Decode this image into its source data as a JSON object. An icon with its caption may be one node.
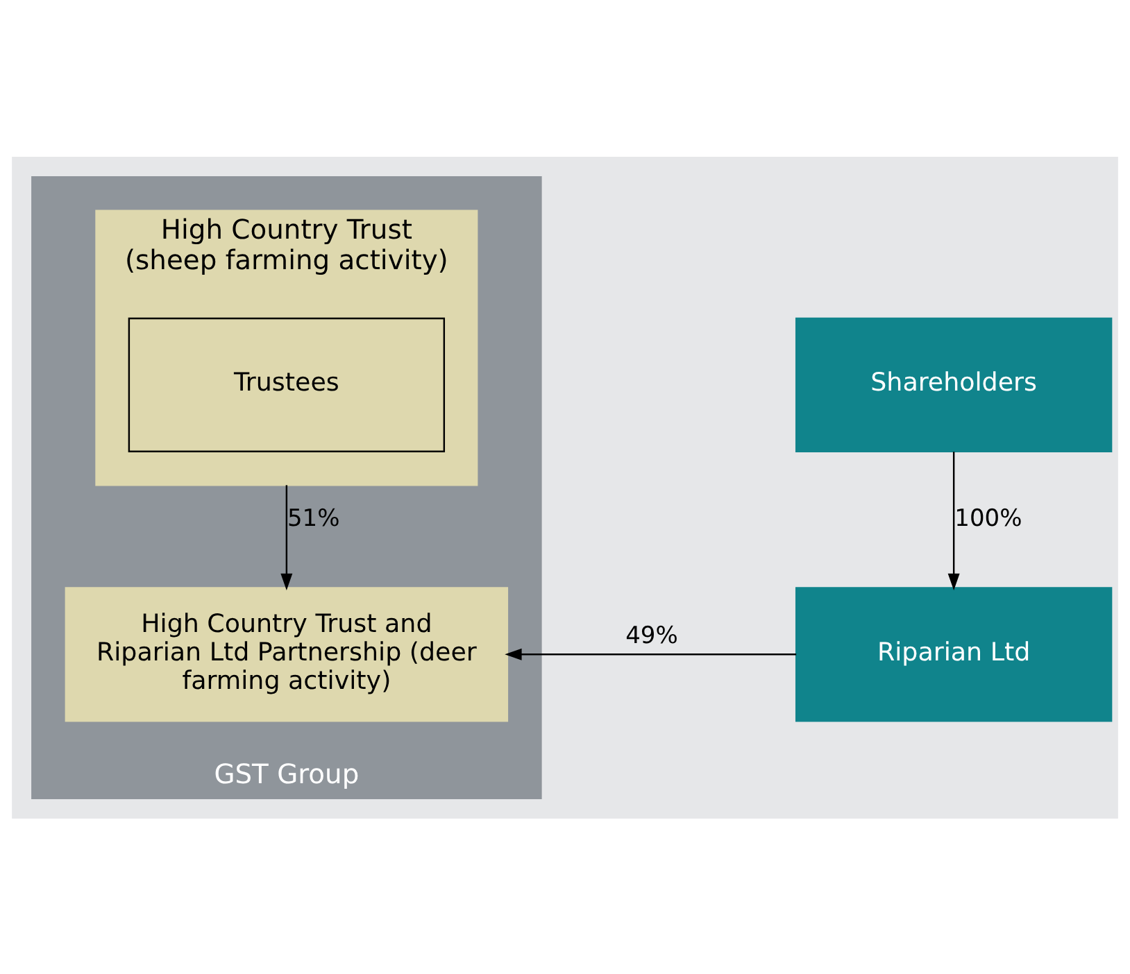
{
  "diagram": {
    "nodes": [
      {
        "text": [
          "GST Group"
        ]
      },
      {
        "text": [
          "High Country Trust",
          "(sheep farming activity)"
        ],
        "in": 0
      },
      {
        "text": [
          "Trustees"
        ],
        "in": 1
      },
      {
        "text": [
          "High Country Trust and Riparian Ltd Partnership (deer farming activity)"
        ],
        "in": 0
      },
      {
        "text": [
          "Shareholders"
        ]
      },
      {
        "text": [
          "Riparian Ltd"
        ]
      }
    ],
    "edges": [
      {
        "from": 1,
        "to": 3,
        "arrow": "to",
        "label": "51%"
      },
      {
        "from": 4,
        "to": 5,
        "arrow": "to",
        "label": "100%"
      },
      {
        "from": 5,
        "to": 3,
        "arrow": "to",
        "label": "49%"
      }
    ]
  }
}
